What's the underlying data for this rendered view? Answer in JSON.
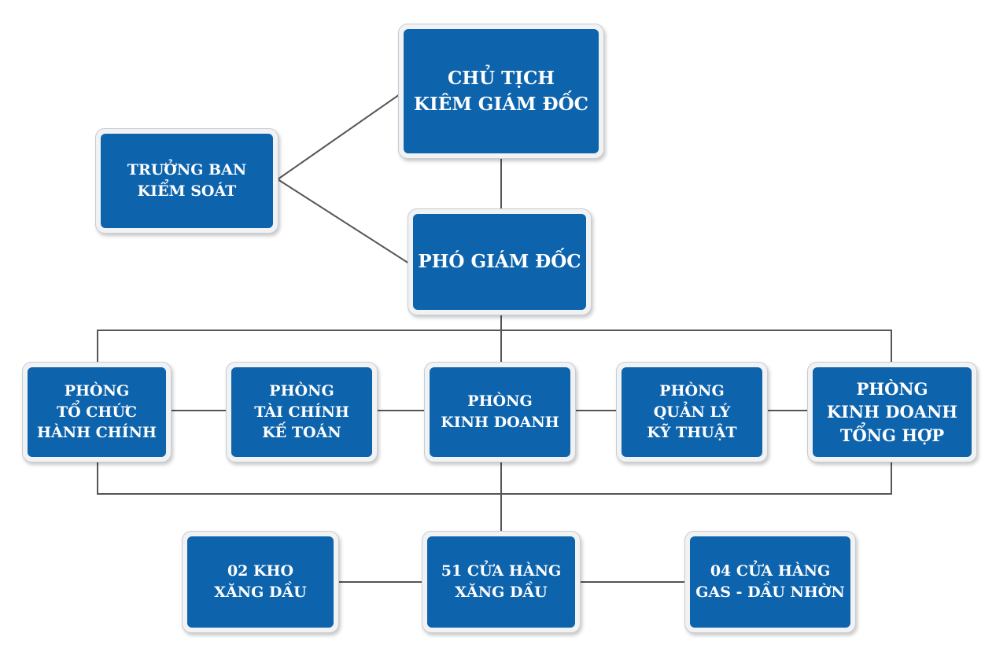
{
  "colors": {
    "box_fill": "#0d64ad",
    "box_frame": "#f1f2f4",
    "connector": "#555555",
    "text": "#ffffff"
  },
  "nodes": {
    "chairman": [
      "CHỦ TỊCH",
      "KIÊM GIÁM ĐỐC"
    ],
    "supervisor": [
      "TRƯỞNG BAN",
      "KIỂM SOÁT"
    ],
    "deputy_director": [
      "PHÓ GIÁM ĐỐC"
    ],
    "dept_admin": [
      "PHÒNG",
      "TỔ CHỨC",
      "HÀNH CHÍNH"
    ],
    "dept_finance": [
      "PHÒNG",
      "TÀI CHÍNH",
      "KẾ TOÁN"
    ],
    "dept_business": [
      "PHÒNG",
      "KINH DOANH"
    ],
    "dept_technical": [
      "PHÒNG",
      "QUẢN LÝ",
      "KỸ THUẬT"
    ],
    "dept_general_business": [
      "PHÒNG",
      "KINH DOANH",
      "TỔNG HỢP"
    ],
    "warehouses": [
      "02 KHO",
      "XĂNG DẦU"
    ],
    "fuel_stores": [
      "51 CỬA HÀNG",
      "XĂNG DẦU"
    ],
    "gas_stores": [
      "04 CỬA HÀNG",
      "GAS - DẦU NHỜN"
    ]
  }
}
